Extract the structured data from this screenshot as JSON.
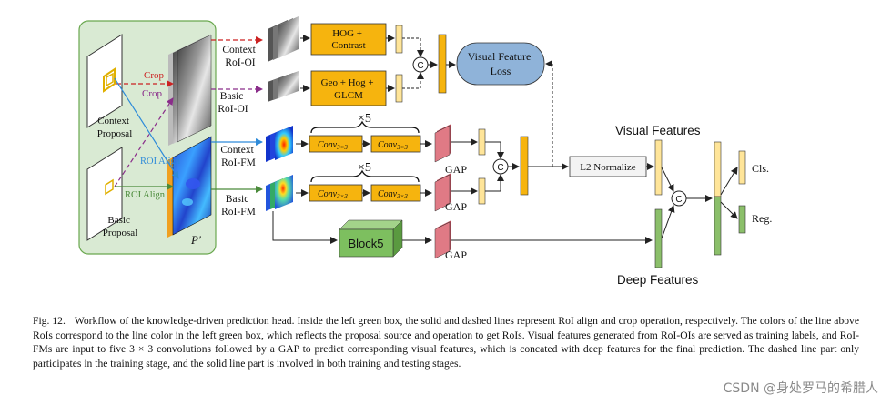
{
  "labels": {
    "context_proposal": [
      "Context",
      "Proposal"
    ],
    "basic_proposal": [
      "Basic",
      "Proposal"
    ],
    "crop_top": "Crop",
    "crop_bottom": "Crop",
    "roi_align_top": "ROI Align",
    "roi_align_bottom": "ROI Align",
    "p_prime": "P′",
    "context_roi_oi": [
      "Context",
      "RoI-OI"
    ],
    "basic_roi_oi": [
      "Basic",
      "RoI-OI"
    ],
    "context_roi_fm": [
      "Context",
      "RoI-FM"
    ],
    "basic_roi_fm": [
      "Basic",
      "RoI-FM"
    ],
    "hog_contrast": [
      "HOG +",
      "Contrast"
    ],
    "geo_hog_glcm": [
      "Geo + Hog +",
      "GLCM"
    ],
    "visual_feature_loss": [
      "Visual Feature",
      "Loss"
    ],
    "concat_symbol": "C",
    "times5_top": "×5",
    "times5_bottom": "×5",
    "conv": "Conv",
    "conv_sub": "3×3",
    "gap_1": "GAP",
    "gap_2": "GAP",
    "gap_3": "GAP",
    "block5": "Block5",
    "l2_normalize": "L2  Normalize",
    "visual_features": "Visual Features",
    "deep_features": "Deep Features",
    "cls": "Cls.",
    "reg": "Reg."
  },
  "caption": {
    "label": "Fig. 12.",
    "text": "Workflow of the knowledge-driven prediction head. Inside the left green box, the solid and dashed lines represent RoI align and crop operation, respectively. The colors of the line above RoIs correspond to the line color in the left green box, which reflects the proposal source and operation to get RoIs. Visual features generated from RoI-OIs are served as training labels, and RoI-FMs are input to five 3 × 3 convolutions followed by a GAP to predict corresponding visual features, which is concated with deep features for the final prediction. The dashed line part only participates in the training stage, and the solid line part is involved in both training and testing stages."
  },
  "watermark": "CSDN @身处罗马的希腊人",
  "colors": {
    "green_box": "#d9ead3",
    "green_border": "#6aa84f",
    "orange_box": "#f6b40e",
    "pale_yellow_bar": "#ffe599",
    "gap_pink": "#e07a85",
    "block5_green": "#7dbf5f",
    "loss_blue": "#8fb3d9",
    "arrow_red": "#cc2222",
    "arrow_purple": "#8a2d8a",
    "arrow_blue": "#2e8bd9",
    "arrow_green": "#4a8a3a"
  }
}
